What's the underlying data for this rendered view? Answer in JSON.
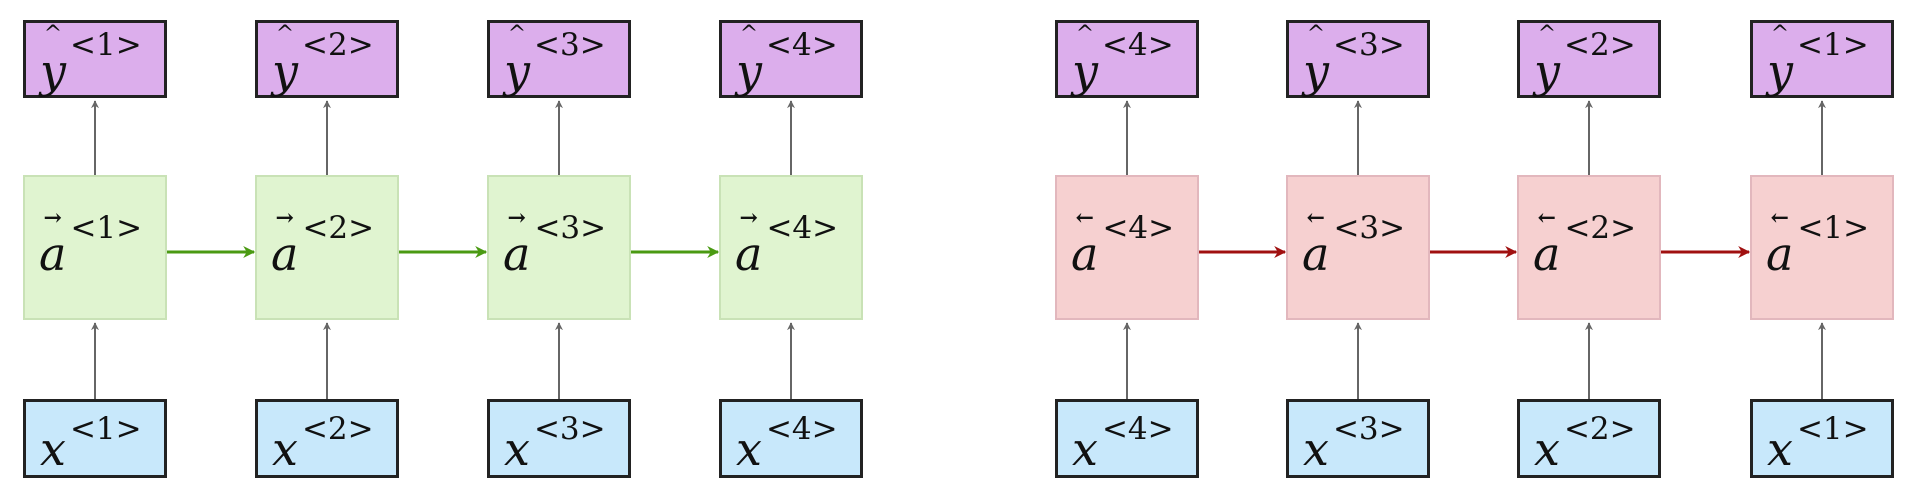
{
  "forward": {
    "outputs": [
      {
        "base": "y",
        "hat": "^",
        "index": "<1>"
      },
      {
        "base": "y",
        "hat": "^",
        "index": "<2>"
      },
      {
        "base": "y",
        "hat": "^",
        "index": "<3>"
      },
      {
        "base": "y",
        "hat": "^",
        "index": "<4>"
      }
    ],
    "hidden": [
      {
        "base": "a",
        "arrow": "→",
        "index": "<1>"
      },
      {
        "base": "a",
        "arrow": "→",
        "index": "<2>"
      },
      {
        "base": "a",
        "arrow": "→",
        "index": "<3>"
      },
      {
        "base": "a",
        "arrow": "→",
        "index": "<4>"
      }
    ],
    "inputs": [
      {
        "base": "x",
        "index": "<1>"
      },
      {
        "base": "x",
        "index": "<2>"
      },
      {
        "base": "x",
        "index": "<3>"
      },
      {
        "base": "x",
        "index": "<4>"
      }
    ],
    "arrow_color": "#4a9a12"
  },
  "backward": {
    "outputs": [
      {
        "base": "y",
        "hat": "^",
        "index": "<4>"
      },
      {
        "base": "y",
        "hat": "^",
        "index": "<3>"
      },
      {
        "base": "y",
        "hat": "^",
        "index": "<2>"
      },
      {
        "base": "y",
        "hat": "^",
        "index": "<1>"
      }
    ],
    "hidden": [
      {
        "base": "a",
        "arrow": "←",
        "index": "<4>"
      },
      {
        "base": "a",
        "arrow": "←",
        "index": "<3>"
      },
      {
        "base": "a",
        "arrow": "←",
        "index": "<2>"
      },
      {
        "base": "a",
        "arrow": "←",
        "index": "<1>"
      }
    ],
    "inputs": [
      {
        "base": "x",
        "index": "<4>"
      },
      {
        "base": "x",
        "index": "<3>"
      },
      {
        "base": "x",
        "index": "<2>"
      },
      {
        "base": "x",
        "index": "<1>"
      }
    ],
    "arrow_color": "#a01010"
  }
}
